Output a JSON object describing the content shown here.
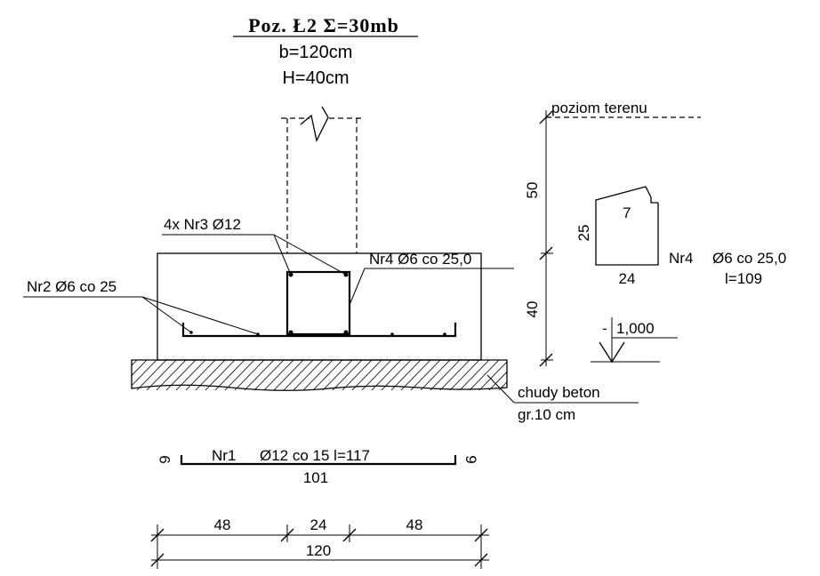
{
  "header": {
    "title": "Poz. Ł2 Σ=30mb",
    "width": "b=120cm",
    "height": "H=40cm"
  },
  "labels": {
    "bars_nr3": "4x Nr3 Ø12",
    "stirrup_nr4_main": "Nr4 Ø6 co 25,0",
    "bars_nr2": "Nr2 Ø6 co 25",
    "ground_level": "poziom terenu",
    "lean_concrete": "chudy beton",
    "lean_concrete_thickness": "gr.10 cm"
  },
  "elevation_dims": {
    "upper": "50",
    "lower": "40"
  },
  "stirrup_detail": {
    "hook": "7",
    "height": "25",
    "width": "24",
    "label_nr": "Nr4",
    "label_spec": "Ø6 co 25,0",
    "length": "l=109"
  },
  "level_mark": {
    "sign": "-",
    "value": "1,000"
  },
  "bar_nr1": {
    "hook_left": "9",
    "hook_right": "9",
    "label_nr": "Nr1",
    "label_spec": "Ø12  co 15  l=117",
    "length": "101"
  },
  "bottom_dims": {
    "left": "48",
    "middle": "24",
    "right": "48",
    "total": "120"
  }
}
